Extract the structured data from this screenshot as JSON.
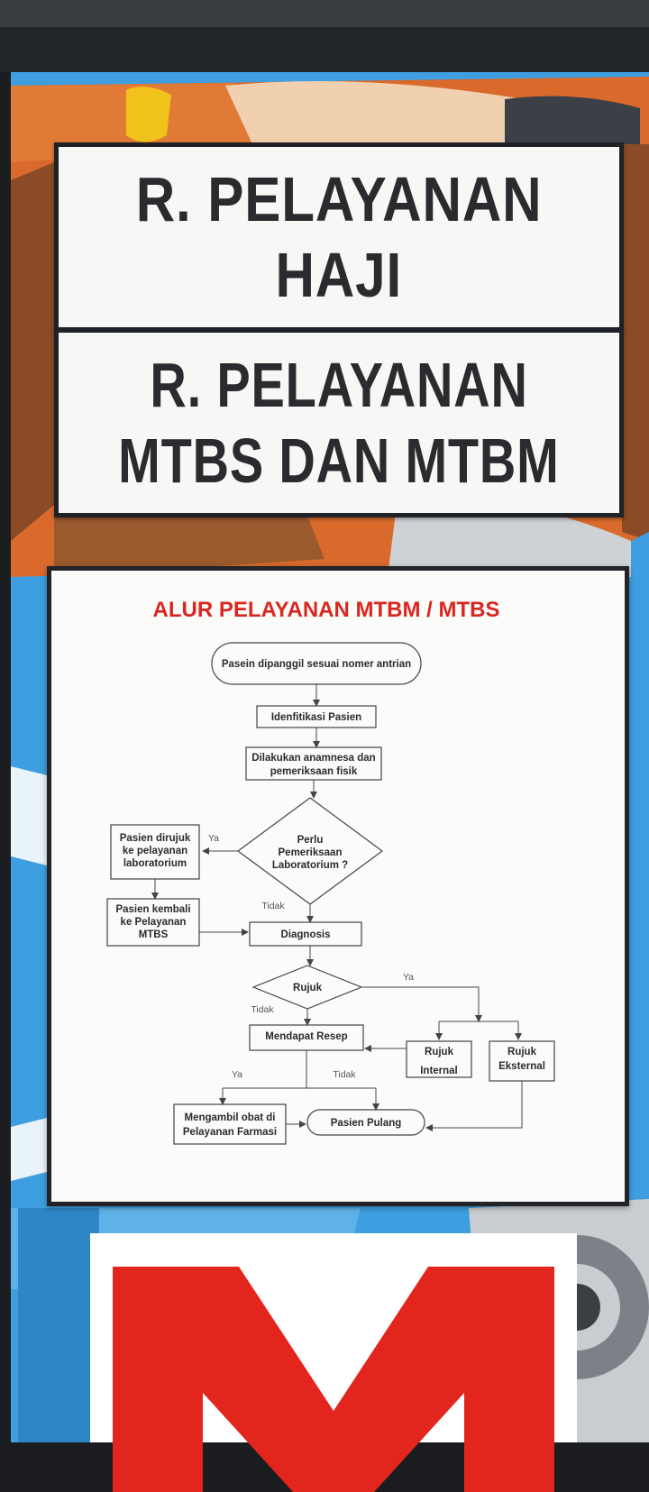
{
  "signs": {
    "haji": {
      "line1": "R. PELAYANAN",
      "line2": "HAJI"
    },
    "mtbs": {
      "line1": "R. PELAYANAN",
      "line2": "MTBS DAN MTBM"
    }
  },
  "poster": {
    "title": "ALUR PELAYANAN MTBM / MTBS",
    "nodes": {
      "start": "Pasein dipanggil sesuai nomer antrian",
      "identifikasi": "Idenfitikasi Pasien",
      "anamnesa": [
        "Dilakukan anamnesa dan",
        "pemeriksaan fisik"
      ],
      "perlu_lab": [
        "Perlu",
        "Pemeriksaan",
        "Laboratorium ?"
      ],
      "dirujuk_lab": [
        "Pasien dirujuk",
        "ke pelayanan",
        "laboratorium"
      ],
      "kembali": [
        "Pasien kembali",
        "ke Pelayanan",
        "MTBS"
      ],
      "diagnosis": "Diagnosis",
      "rujuk": "Rujuk",
      "resep": "Mendapat Resep",
      "rujuk_internal": [
        "Rujuk",
        "Internal"
      ],
      "rujuk_eksternal": [
        "Rujuk",
        "Eksternal"
      ],
      "ambil_obat": [
        "Mengambil obat di",
        "Pelayanan Farmasi"
      ],
      "pulang": "Pasien Pulang"
    },
    "edge_labels": {
      "lab_ya": "Ya",
      "lab_tidak": "Tidak",
      "rujuk_ya": "Ya",
      "rujuk_tidak": "Tidak",
      "resep_ya": "Ya",
      "resep_tidak": "Tidak"
    }
  },
  "banner_letter": "M",
  "colors": {
    "title_red": "#d8271f",
    "letter_red": "#e3261d",
    "wall_blue": "#3e9ee0",
    "wall_orange": "#d96a2c"
  }
}
